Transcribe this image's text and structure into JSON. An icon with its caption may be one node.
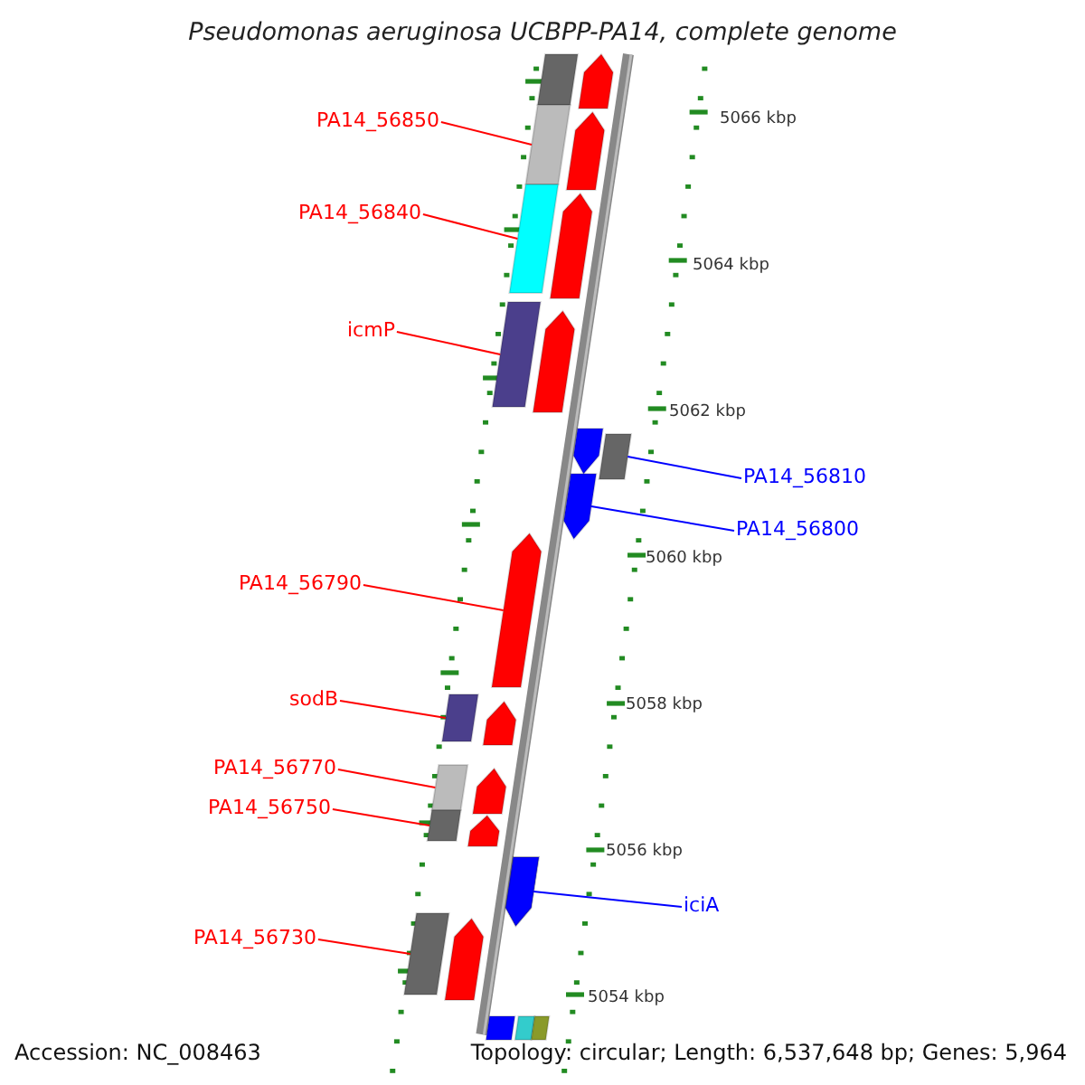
{
  "diagram": {
    "title": "Pseudomonas aeruginosa UCBPP-PA14, complete genome",
    "nodes": [
      {
        "text": [
          "PA14_56850"
        ]
      },
      {
        "text": [
          "PA14_56840"
        ]
      },
      {
        "text": [
          "icmP"
        ]
      },
      {
        "text": [
          "PA14_56810"
        ]
      },
      {
        "text": [
          "PA14_56800"
        ]
      },
      {
        "text": [
          "PA14_56790"
        ]
      },
      {
        "text": [
          "sodB"
        ]
      },
      {
        "text": [
          "PA14_56770"
        ]
      },
      {
        "text": [
          "PA14_56750"
        ]
      },
      {
        "text": [
          "iciA"
        ]
      },
      {
        "text": [
          "PA14_56730"
        ]
      },
      {
        "text": [],
        "shape": "bar"
      },
      {
        "text": [],
        "shape": "bar"
      },
      {
        "text": [],
        "shape": "bar"
      },
      {
        "text": [],
        "shape": "bar"
      },
      {
        "text": [],
        "shape": "bar"
      },
      {
        "text": [],
        "shape": "bar"
      },
      {
        "text": [],
        "shape": "bar"
      },
      {
        "text": [],
        "shape": "bar"
      },
      {
        "text": [],
        "shape": "bar"
      },
      {
        "text": [],
        "shape": "bar"
      },
      {
        "text": [],
        "shape": "bar"
      }
    ],
    "edges": [
      {
        "from": 0,
        "to": 11,
        "arrow": "none"
      },
      {
        "from": 1,
        "to": 12,
        "arrow": "none"
      },
      {
        "from": 2,
        "to": 13,
        "arrow": "none"
      },
      {
        "from": 3,
        "to": 14,
        "arrow": "none",
        "color": "#0000ff"
      },
      {
        "from": 4,
        "to": 15,
        "arrow": "none",
        "color": "#0000ff"
      },
      {
        "from": 5,
        "to": 16,
        "arrow": "none"
      },
      {
        "from": 6,
        "to": 17,
        "arrow": "none"
      },
      {
        "from": 7,
        "to": 18,
        "arrow": "none"
      },
      {
        "from": 8,
        "to": 19,
        "arrow": "none"
      },
      {
        "from": 9,
        "to": 20,
        "arrow": "none",
        "color": "#0000ff"
      },
      {
        "from": 10,
        "to": 21,
        "arrow": "none"
      }
    ],
    "labels": [
      "5066 kbp",
      "5064 kbp",
      "5062 kbp",
      "5060 kbp",
      "5058 kbp",
      "5056 kbp",
      "5054 kbp",
      "Accession: NC_008463",
      "Topology: circular; Length: 6,537,648 bp; Genes: 5,964"
    ]
  }
}
